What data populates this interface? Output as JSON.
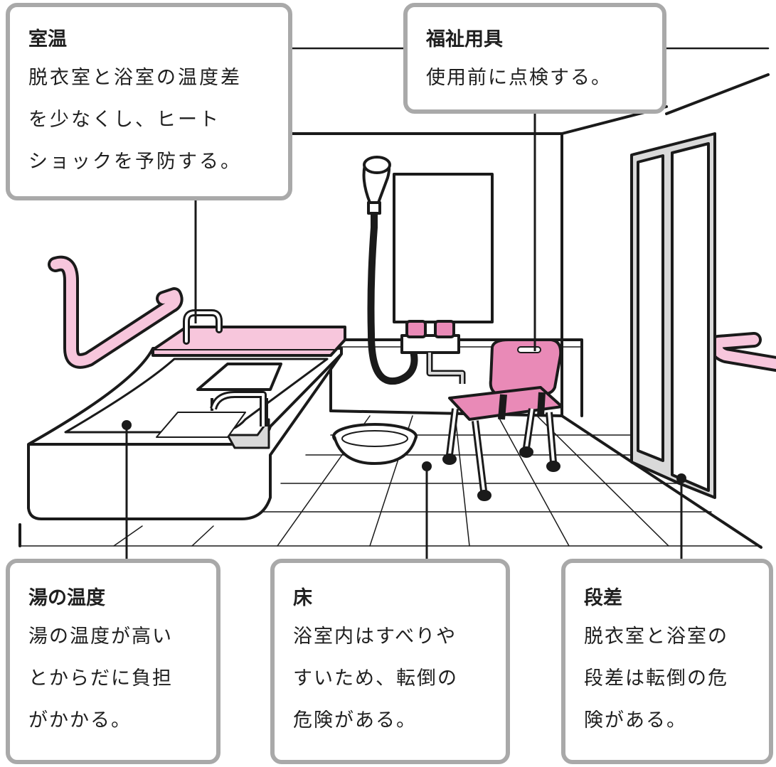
{
  "callouts": {
    "room_temp": {
      "title": "室温",
      "lines": [
        "脱衣室と浴室の温度差",
        "を少なくし、ヒート",
        "ショックを予防する。"
      ]
    },
    "equipment": {
      "title": "福祉用具",
      "lines": [
        "使用前に点検する。"
      ]
    },
    "water_temp": {
      "title": "湯の温度",
      "lines": [
        "湯の温度が高い",
        "とからだに負担",
        "がかかる。"
      ]
    },
    "floor": {
      "title": "床",
      "lines": [
        "浴室内はすべりや",
        "すいため、転倒の",
        "危険がある。"
      ]
    },
    "step": {
      "title": "段差",
      "lines": [
        "脱衣室と浴室の",
        "段差は転倒の危",
        "険がある。"
      ]
    }
  },
  "colors": {
    "outline": "#1a1a1a",
    "callout_border": "#a9a9a9",
    "pink": "#e98ab7",
    "pink_light": "#f7c6dc",
    "gray_fill": "#d9d9d9"
  }
}
